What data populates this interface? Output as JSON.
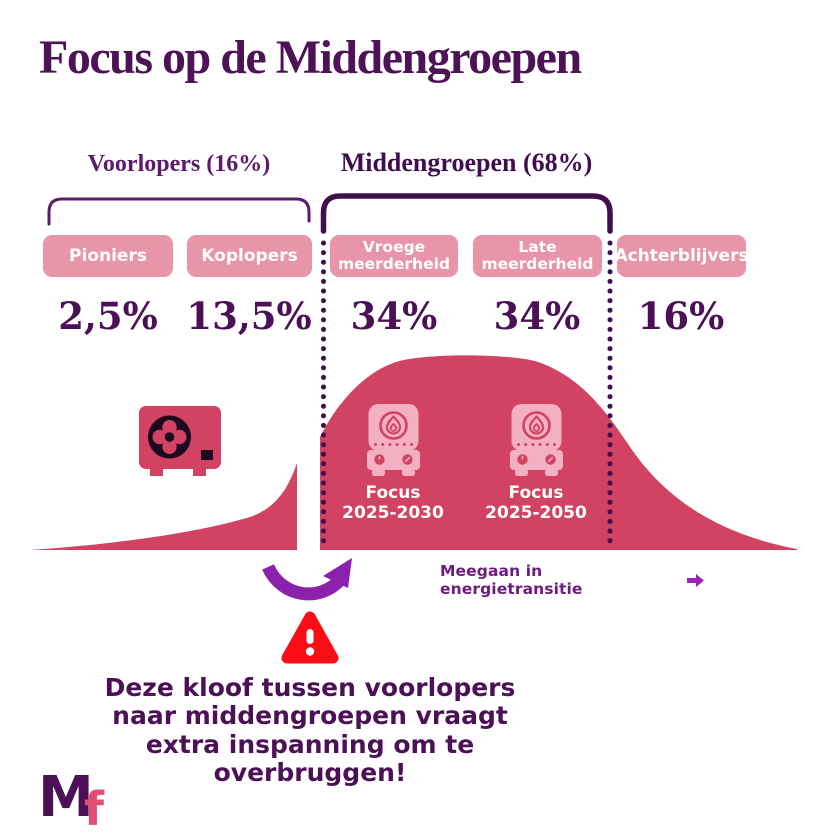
{
  "title": "Focus op de Middengroepen",
  "groups": {
    "voorlopers": {
      "label": "Voorlopers (16%)"
    },
    "middengroepen": {
      "label": "Middengroepen (68%)"
    }
  },
  "categories": [
    {
      "label": "Pioniers",
      "pct": "2,5%"
    },
    {
      "label": "Koplopers",
      "pct": "13,5%"
    },
    {
      "label": "Vroege\nmeerderheid",
      "pct": "34%"
    },
    {
      "label": "Late\nmeerderheid",
      "pct": "34%"
    },
    {
      "label": "Achterblijvers",
      "pct": "16%"
    }
  ],
  "focus_labels": [
    {
      "text": "Focus\n2025-2030"
    },
    {
      "text": "Focus\n2025-2050"
    }
  ],
  "axis_label": {
    "text": "Meegaan in energietransitie"
  },
  "warning": {
    "text": "Deze kloof tussen voorlopers\nnaar middengroepen vraagt\nextra inspanning om te\noverbruggen!"
  },
  "logo": {
    "m": "M",
    "f": "f"
  },
  "icons": {
    "heat_pump": "heat-pump-icon",
    "boiler_left": "boiler-icon",
    "boiler_right": "boiler-icon",
    "curved_arrow": "curved-arrow-icon",
    "warning_triangle": "warning-triangle-icon",
    "right_arrow": "right-arrow-icon",
    "logo": "mf-logo"
  },
  "colors": {
    "background": "#ffffff",
    "curve_crimson": "#d24263",
    "pill_pink": "#e995a9",
    "boiler_pink": "#f2b0c2",
    "purple_dark": "#400d4e",
    "purple_mid": "#5d1a6b",
    "text_purple": "#4b1056",
    "arrow_violet": "#8c21ad",
    "axis_arrow_magenta": "#9b22bb",
    "warning_red": "#fb0d15",
    "logo_f_pink": "#e14e72"
  },
  "chart_data": {
    "type": "area",
    "title": "Focus op de Middengroepen",
    "categories": [
      "Pioniers",
      "Koplopers",
      "Vroege meerderheid",
      "Late meerderheid",
      "Achterblijvers"
    ],
    "values": [
      2.5,
      13.5,
      34,
      34,
      16
    ],
    "groups": [
      {
        "label": "Voorlopers",
        "pct": 16,
        "members": [
          "Pioniers",
          "Koplopers"
        ]
      },
      {
        "label": "Middengroepen",
        "pct": 68,
        "members": [
          "Vroege meerderheid",
          "Late meerderheid"
        ]
      }
    ],
    "xlabel": "Meegaan in energietransitie",
    "annotations": [
      "Focus 2025-2030",
      "Focus 2025-2050",
      "Deze kloof tussen voorlopers naar middengroepen vraagt extra inspanning om te overbruggen!"
    ],
    "legend": "none",
    "grid": false
  }
}
